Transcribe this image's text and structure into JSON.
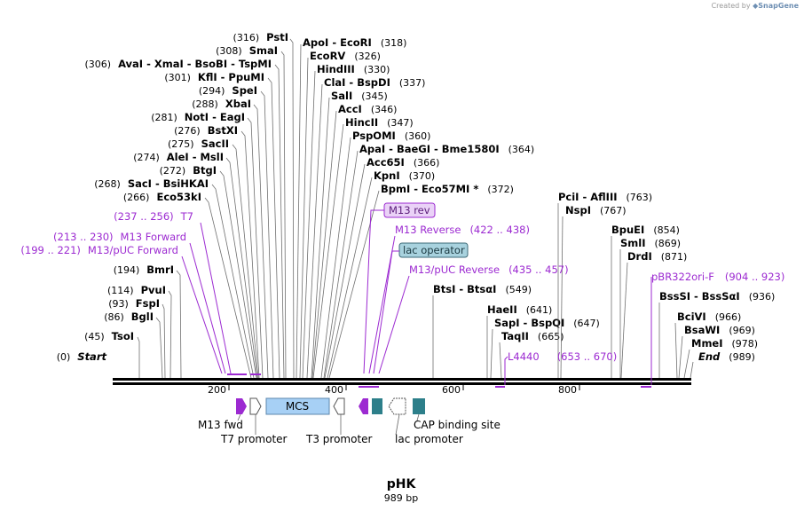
{
  "credit": {
    "prefix": "Created by",
    "brand": "SnapGene"
  },
  "plasmid": {
    "name": "pHK",
    "length": "989 bp"
  },
  "ruler": {
    "ticks": [
      "200",
      "400",
      "600",
      "800"
    ]
  },
  "sites": [
    {
      "id": "psti",
      "pos": "(316)",
      "name": "PstI",
      "side": "left"
    },
    {
      "id": "smai",
      "pos": "(308)",
      "name": "SmaI",
      "side": "left"
    },
    {
      "id": "avai",
      "pos": "(306)",
      "name": "AvaI  -  XmaI  -  BsoBI  -  TspMI",
      "side": "left"
    },
    {
      "id": "kfli",
      "pos": "(301)",
      "name": "KflI  -  PpuMI",
      "side": "left"
    },
    {
      "id": "spei",
      "pos": "(294)",
      "name": "SpeI",
      "side": "left"
    },
    {
      "id": "xbai",
      "pos": "(288)",
      "name": "XbaI",
      "side": "left"
    },
    {
      "id": "noti",
      "pos": "(281)",
      "name": "NotI  -  EagI",
      "side": "left"
    },
    {
      "id": "bstxi",
      "pos": "(276)",
      "name": "BstXI",
      "side": "left"
    },
    {
      "id": "sacii",
      "pos": "(275)",
      "name": "SacII",
      "side": "left"
    },
    {
      "id": "alei",
      "pos": "(274)",
      "name": "AleI  -  MslI",
      "side": "left"
    },
    {
      "id": "btgi",
      "pos": "(272)",
      "name": "BtgI",
      "side": "left"
    },
    {
      "id": "saci",
      "pos": "(268)",
      "name": "SacI  -  BsiHKAI",
      "side": "left"
    },
    {
      "id": "eco53ki",
      "pos": "(266)",
      "name": "Eco53kI",
      "side": "left"
    },
    {
      "id": "bmri",
      "pos": "(194)",
      "name": "BmrI",
      "side": "left"
    },
    {
      "id": "pvui",
      "pos": "(114)",
      "name": "PvuI",
      "side": "left"
    },
    {
      "id": "fspi",
      "pos": "(93)",
      "name": "FspI",
      "side": "left"
    },
    {
      "id": "bgli",
      "pos": "(86)",
      "name": "BglI",
      "side": "left"
    },
    {
      "id": "tsoi",
      "pos": "(45)",
      "name": "TsoI",
      "side": "left"
    },
    {
      "id": "start",
      "pos": "(0)",
      "name": "Start",
      "side": "left",
      "italic": true
    },
    {
      "id": "apoi",
      "pos": "(318)",
      "name": "ApoI  -  EcoRI",
      "side": "right"
    },
    {
      "id": "ecorv",
      "pos": "(326)",
      "name": "EcoRV",
      "side": "right"
    },
    {
      "id": "hindiii",
      "pos": "(330)",
      "name": "HindIII",
      "side": "right"
    },
    {
      "id": "clai",
      "pos": "(337)",
      "name": "ClaI  -  BspDI",
      "side": "right"
    },
    {
      "id": "sali",
      "pos": "(345)",
      "name": "SalI",
      "side": "right"
    },
    {
      "id": "acci",
      "pos": "(346)",
      "name": "AccI",
      "side": "right"
    },
    {
      "id": "hincii",
      "pos": "(347)",
      "name": "HincII",
      "side": "right"
    },
    {
      "id": "pspomi",
      "pos": "(360)",
      "name": "PspOMI",
      "side": "right"
    },
    {
      "id": "apai",
      "pos": "(364)",
      "name": "ApaI  -  BaeGI  -  Bme1580I",
      "side": "right"
    },
    {
      "id": "acc65i",
      "pos": "(366)",
      "name": "Acc65I",
      "side": "right"
    },
    {
      "id": "kpni",
      "pos": "(370)",
      "name": "KpnI",
      "side": "right"
    },
    {
      "id": "bpmi",
      "pos": "(372)",
      "name": "BpmI  -  Eco57MI *",
      "side": "right"
    },
    {
      "id": "btsi",
      "pos": "(549)",
      "name": "BtsI  -  BtsαI",
      "side": "right"
    },
    {
      "id": "haeii",
      "pos": "(641)",
      "name": "HaeII",
      "side": "right"
    },
    {
      "id": "sapi",
      "pos": "(647)",
      "name": "SapI  -  BspQI",
      "side": "right"
    },
    {
      "id": "taqii",
      "pos": "(665)",
      "name": "TaqII",
      "side": "right"
    },
    {
      "id": "pcii",
      "pos": "(763)",
      "name": "PciI  -  AflIII",
      "side": "right"
    },
    {
      "id": "nspi",
      "pos": "(767)",
      "name": "NspI",
      "side": "right"
    },
    {
      "id": "bpuei",
      "pos": "(854)",
      "name": "BpuEI",
      "side": "right"
    },
    {
      "id": "smli",
      "pos": "(869)",
      "name": "SmlI",
      "side": "right"
    },
    {
      "id": "drdi",
      "pos": "(871)",
      "name": "DrdI",
      "side": "right"
    },
    {
      "id": "bsssi",
      "pos": "(936)",
      "name": "BssSI  -  BssSαI",
      "side": "right"
    },
    {
      "id": "bcivi",
      "pos": "(966)",
      "name": "BciVI",
      "side": "right"
    },
    {
      "id": "bsawi",
      "pos": "(969)",
      "name": "BsaWI",
      "side": "right"
    },
    {
      "id": "mmei",
      "pos": "(978)",
      "name": "MmeI",
      "side": "right"
    },
    {
      "id": "end",
      "pos": "(989)",
      "name": "End",
      "side": "right",
      "italic": true
    }
  ],
  "primers": [
    {
      "id": "t7",
      "range": "(237 .. 256)",
      "name": "T7",
      "side": "left"
    },
    {
      "id": "m13fwd",
      "range": "(213 .. 230)",
      "name": "M13 Forward",
      "side": "left"
    },
    {
      "id": "m13pucfwd",
      "range": "(199 .. 221)",
      "name": "M13/pUC Forward",
      "side": "left"
    },
    {
      "id": "m13rev",
      "name": "M13 rev",
      "boxed": true
    },
    {
      "id": "m13reverse",
      "name": "M13 Reverse",
      "range": "(422 .. 438)",
      "side": "right"
    },
    {
      "id": "lacop",
      "name": "lac operator",
      "boxed": true
    },
    {
      "id": "m13pucrev",
      "name": "M13/pUC Reverse",
      "range": "(435 .. 457)",
      "side": "right"
    },
    {
      "id": "l4440",
      "name": "L4440",
      "range": "(653 .. 670)",
      "side": "right"
    },
    {
      "id": "pbr322",
      "name": "pBR322ori-F",
      "range": "(904 .. 923)",
      "side": "right"
    }
  ],
  "features": {
    "mcs": "MCS",
    "m13_fwd": "M13 fwd",
    "t7_promoter": "T7 promoter",
    "t3_promoter": "T3 promoter",
    "lac_promoter": "lac promoter",
    "cap_site": "CAP binding site"
  },
  "colors": {
    "primer": "#9c2ad1",
    "mcs_fill": "#a7d0f5",
    "feature_teal": "#2d7f8a",
    "arrow_purple": "#9c2ad1",
    "box_fill_m13rev": "#ead2f7",
    "box_fill_lacop": "#a8d2de"
  }
}
